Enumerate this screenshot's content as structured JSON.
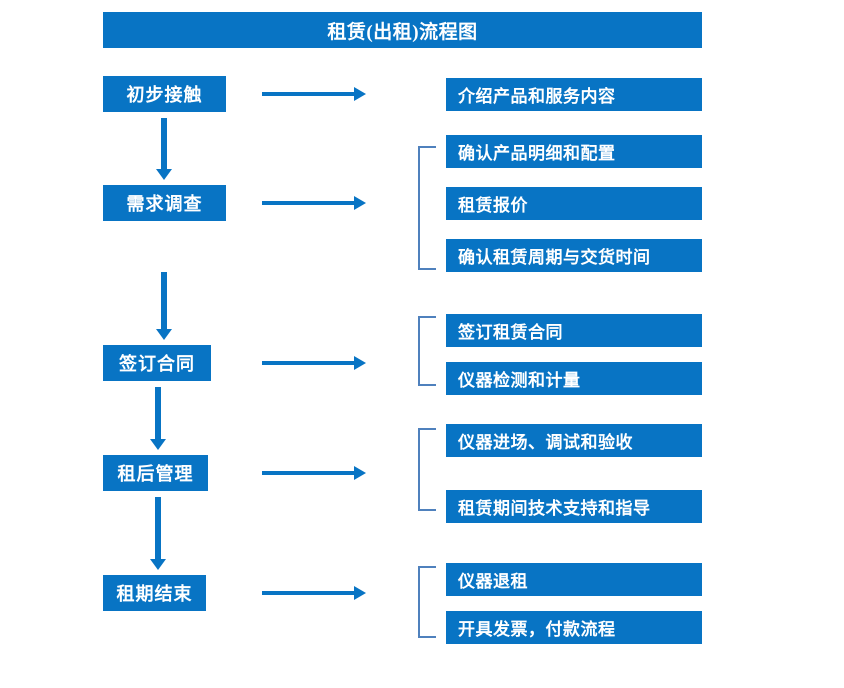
{
  "diagram": {
    "title": "租赁(出租)流程图",
    "accent_color": "#0874C4",
    "bracket_color": "#4F81BD",
    "text_color": "#FFFFFF",
    "background_color": "#FFFFFF"
  },
  "stages": [
    {
      "label": "初步接触"
    },
    {
      "label": "需求调查"
    },
    {
      "label": "签订合同"
    },
    {
      "label": "租后管理"
    },
    {
      "label": "租期结束"
    }
  ],
  "details": [
    {
      "label": "介绍产品和服务内容"
    },
    {
      "label": "确认产品明细和配置"
    },
    {
      "label": "租赁报价"
    },
    {
      "label": "确认租赁周期与交货时间"
    },
    {
      "label": "签订租赁合同"
    },
    {
      "label": "仪器检测和计量"
    },
    {
      "label": "仪器进场、调试和验收"
    },
    {
      "label": "租赁期间技术支持和指导"
    },
    {
      "label": "仪器退租"
    },
    {
      "label": "开具发票，付款流程"
    }
  ],
  "chart_data": {
    "type": "flowchart",
    "title": "租赁(出租)流程图",
    "orientation": "vertical-with-side-details",
    "nodes": [
      {
        "stage": "初步接触",
        "details": [
          "介绍产品和服务内容"
        ],
        "bracketed": false
      },
      {
        "stage": "需求调查",
        "details": [
          "确认产品明细和配置",
          "租赁报价",
          "确认租赁周期与交货时间"
        ],
        "bracketed": true
      },
      {
        "stage": "签订合同",
        "details": [
          "签订租赁合同",
          "仪器检测和计量"
        ],
        "bracketed": true
      },
      {
        "stage": "租后管理",
        "details": [
          "仪器进场、调试和验收",
          "租赁期间技术支持和指导"
        ],
        "bracketed": true
      },
      {
        "stage": "租期结束",
        "details": [
          "仪器退租",
          "开具发票，付款流程"
        ],
        "bracketed": true
      }
    ],
    "edges": [
      {
        "from": "初步接触",
        "to": "需求调查",
        "direction": "down"
      },
      {
        "from": "需求调查",
        "to": "签订合同",
        "direction": "down"
      },
      {
        "from": "签订合同",
        "to": "租后管理",
        "direction": "down"
      },
      {
        "from": "租后管理",
        "to": "租期结束",
        "direction": "down"
      },
      {
        "from": "初步接触",
        "to": "介绍产品和服务内容",
        "direction": "right"
      },
      {
        "from": "需求调查",
        "to": "需求调查详情组",
        "direction": "right"
      },
      {
        "from": "签订合同",
        "to": "签订合同详情组",
        "direction": "right"
      },
      {
        "from": "租后管理",
        "to": "租后管理详情组",
        "direction": "right"
      },
      {
        "from": "租期结束",
        "to": "租期结束详情组",
        "direction": "right"
      }
    ]
  }
}
